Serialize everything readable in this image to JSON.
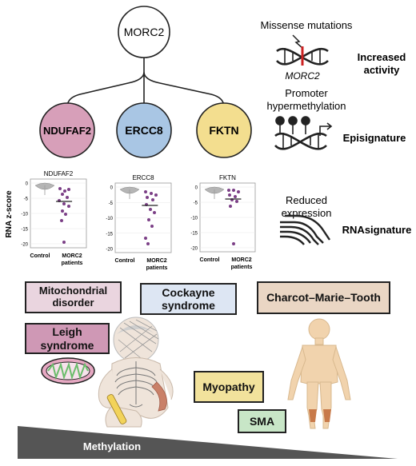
{
  "colors": {
    "ndufaf2": "#d79fb9",
    "ercc8": "#a9c6e4",
    "fktn": "#f3de8f",
    "mito": "#ead5df",
    "cockayne": "#dde6f3",
    "cmt": "#ead6c4",
    "leigh": "#cf98b5",
    "myopathy": "#f2e29c",
    "sma": "#c8e6c7",
    "dot": "#7b3f86",
    "dna": "#222222",
    "mutation": "#cc2222"
  },
  "tree": {
    "root": "MORC2",
    "children": [
      "NDUFAF2",
      "ERCC8",
      "FKTN"
    ]
  },
  "mechanisms": {
    "missense": {
      "label": "Missense mutations",
      "gene": "MORC2",
      "effect_line1": "Increased",
      "effect_line2": "activity"
    },
    "promoter": {
      "label_line1": "Promoter",
      "label_line2": "hypermethylation",
      "effect": "Episignature"
    },
    "expression": {
      "label_line1": "Reduced",
      "label_line2": "expression",
      "effect": "RNAsignature"
    }
  },
  "plots": {
    "ylabel": "RNA z-score",
    "panels": [
      {
        "title": "NDUFAF2",
        "xticks": [
          "Control",
          "MORC2",
          "patients"
        ],
        "yticks": [
          "0",
          "-5",
          "-10",
          "-15",
          "-20"
        ]
      },
      {
        "title": "ERCC8",
        "xticks": [
          "Control",
          "MORC2",
          "patients"
        ],
        "yticks": [
          "0",
          "-5",
          "-10",
          "-15",
          "-20"
        ]
      },
      {
        "title": "FKTN",
        "xticks": [
          "Control",
          "MORC2",
          "patients"
        ],
        "yticks": [
          "0",
          "-5",
          "-10",
          "-15",
          "-20"
        ]
      }
    ]
  },
  "diseases": {
    "mito_line1": "Mitochondrial",
    "mito_line2": "disorder",
    "cockayne_line1": "Cockayne",
    "cockayne_line2": "syndrome",
    "cmt": "Charcot–Marie–Tooth",
    "leigh_line1": "Leigh",
    "leigh_line2": "syndrome",
    "myopathy": "Myopathy",
    "sma": "SMA"
  },
  "gradient": {
    "label": "Methylation"
  }
}
